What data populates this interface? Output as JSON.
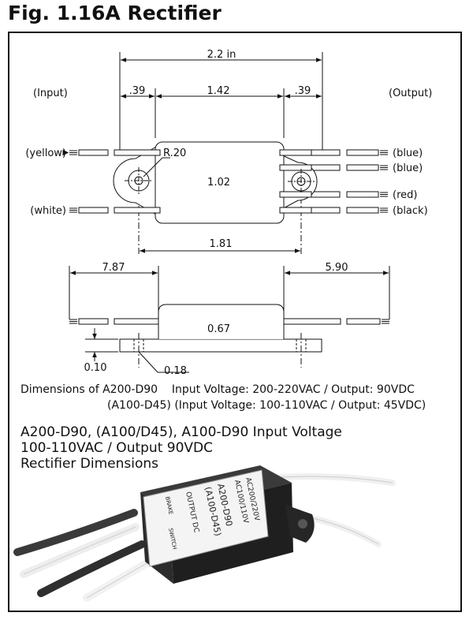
{
  "title": "Fig. 1.16A Rectifier",
  "top_view": {
    "dim_overall": "2.2 in",
    "dim_left_tab": ".39",
    "dim_body": "1.42",
    "dim_right_tab": ".39",
    "dim_radius": "R.20",
    "dim_height": "1.02",
    "dim_hole_spacing": "1.81",
    "input_label": "(Input)",
    "output_label": "(Output)",
    "wires_in": [
      "(yellow)",
      "(white)"
    ],
    "wires_out": [
      "(blue)",
      "(blue)",
      "(red)",
      "(black)"
    ]
  },
  "side_view": {
    "dim_left_lead": "7.87",
    "dim_right_lead": "5.90",
    "dim_height": "0.67",
    "dim_base": "0.10",
    "dim_hole": "0.18"
  },
  "spec_lines": [
    "Dimensions of A200-D90    Input Voltage: 200-220VAC / Output: 90VDC",
    "(A100-D45) (Input Voltage: 100-110VAC / Output: 45VDC)"
  ],
  "description_lines": [
    "A200-D90, (A100/D45), A100-D90 Input Voltage",
    "100-110VAC / Output 90VDC",
    "Rectifier Dimensions"
  ],
  "photo_label": {
    "col1": [
      "AC200/220V",
      "AC100/110V"
    ],
    "col2": [
      "A200-D90",
      "(A100-D45)"
    ],
    "col3": [
      "OUTPUT DC",
      "BRAKE",
      "SWITCH"
    ]
  }
}
